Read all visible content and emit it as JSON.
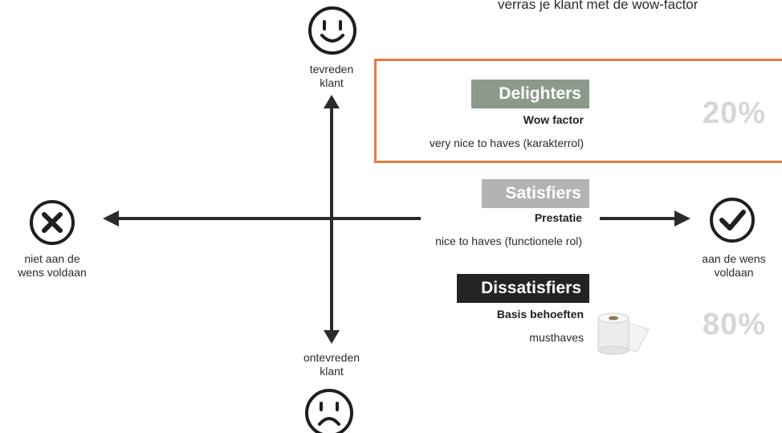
{
  "caption_top": "verras je klant met de wow-factor",
  "axes": {
    "top_label": [
      "tevreden",
      "klant"
    ],
    "bottom_label": [
      "ontevreden",
      "klant"
    ],
    "left_label": [
      "niet aan de",
      "wens voldaan"
    ],
    "right_label": [
      "aan de wens",
      "voldaan"
    ]
  },
  "icons": {
    "top": "smiley-happy-icon",
    "bottom": "smiley-sad-icon",
    "left": "x-circle-icon",
    "right": "check-circle-icon",
    "product": "toilet-paper-icon"
  },
  "categories": {
    "delighters": {
      "title": "Delighters",
      "subtitle": "Wow factor",
      "description": "very nice to haves (karakterrol)",
      "color": "#8b9a8b"
    },
    "satisfiers": {
      "title": "Satisfiers",
      "subtitle": "Prestatie",
      "description": "nice to haves (functionele rol)",
      "color": "#b3b3b3"
    },
    "dissatisfiers": {
      "title": "Dissatisfiers",
      "subtitle": "Basis behoeften",
      "description": "musthaves",
      "color": "#232323"
    }
  },
  "percentages": {
    "top": "20%",
    "bottom": "80%"
  },
  "colors": {
    "highlight_border": "#e87c3a",
    "axis": "#2b2b2b"
  }
}
